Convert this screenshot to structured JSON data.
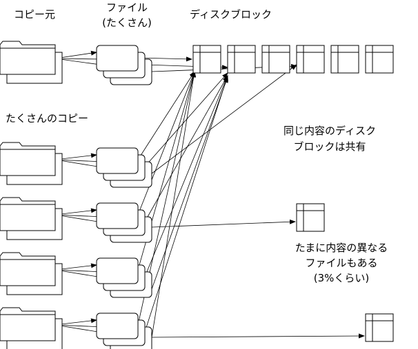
{
  "labels": {
    "source_header": "コピー元",
    "files_header_line1": "ファイル",
    "files_header_line2": "(たくさん)",
    "blocks_header": "ディスクブロック",
    "copies_label": "たくさんのコピー",
    "shared_line1": "同じ内容のディスク",
    "shared_line2": "ブロックは共有",
    "rare_line1": "たまに内容の異なる",
    "rare_line2": "ファイルもある",
    "rare_line3": "(3%くらい)"
  }
}
